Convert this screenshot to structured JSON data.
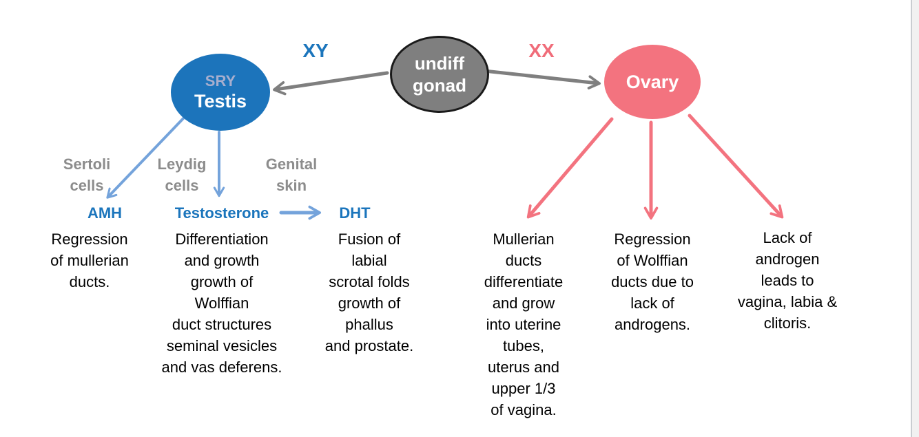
{
  "colors": {
    "male_node": "#1C74BB",
    "male_label": "#1B75BC",
    "male_arrow": "#74A3DB",
    "sry_text": "#A6AECE",
    "female": "#F3737F",
    "female_label": "#F06C79",
    "neutral_node_fill": "#7F7F7F",
    "neutral_node_border": "#1A1A1A",
    "neutral_arrow": "#7F7F7F",
    "source_label_gray": "#8C8C8C",
    "outcome_text": "#000000"
  },
  "nodes": {
    "undiff_gonad": {
      "label": "undiff\ngonad"
    },
    "testis": {
      "gene": "SRY",
      "label": "Testis"
    },
    "ovary": {
      "label": "Ovary"
    }
  },
  "karyotypes": {
    "xy": "XY",
    "xx": "XX"
  },
  "male_pathway": {
    "sources": [
      {
        "label": "Sertoli\ncells"
      },
      {
        "label": "Leydig\ncells"
      },
      {
        "label": "Genital\nskin"
      }
    ],
    "hormones": [
      {
        "label": "AMH"
      },
      {
        "label": "Testosterone"
      },
      {
        "label": "DHT"
      }
    ],
    "outcomes": [
      {
        "text": "Regression\nof mullerian\nducts."
      },
      {
        "text": "Differentiation\nand growth\ngrowth of\nWolffian\nduct structures\nseminal vesicles\nand vas deferens."
      },
      {
        "text": "Fusion of\nlabial\nscrotal folds\ngrowth of\nphallus\nand prostate."
      }
    ]
  },
  "female_pathway": {
    "outcomes": [
      {
        "text": "Mullerian\nducts\ndifferentiate\nand grow\ninto uterine\ntubes,\nuterus and\nupper 1/3\nof vagina."
      },
      {
        "text": "Regression\nof Wolffian\nducts due to\nlack of\nandrogens."
      },
      {
        "text": "Lack of\nandrogen\nleads to\nvagina, labia &\nclitoris."
      }
    ]
  }
}
